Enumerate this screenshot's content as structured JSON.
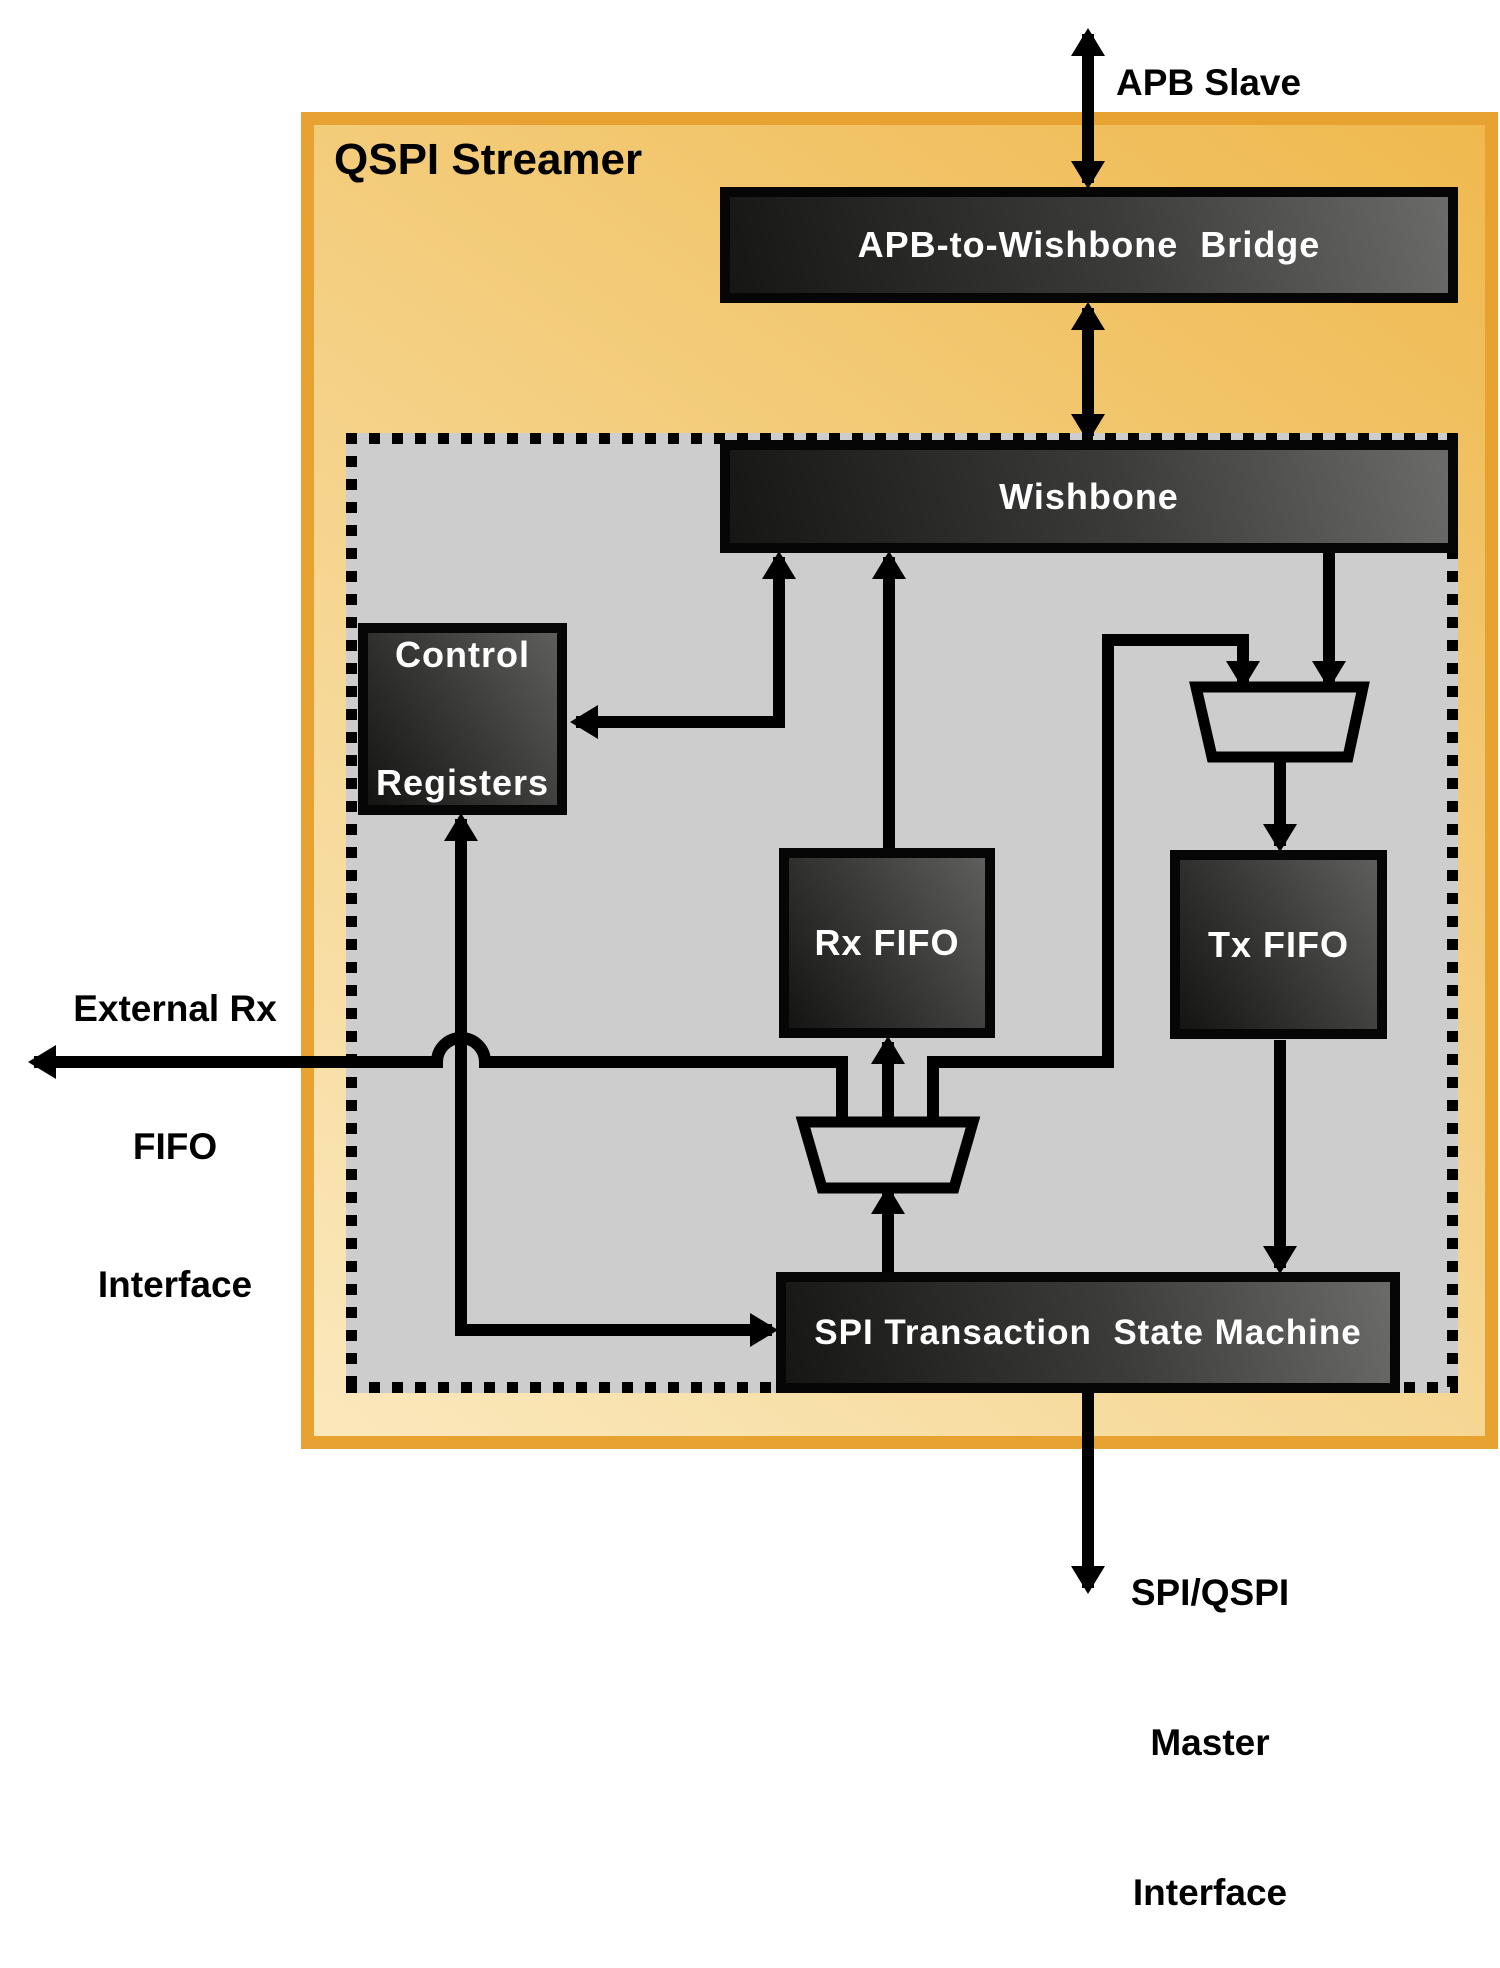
{
  "diagram": {
    "title": "QSPI Streamer",
    "labels": {
      "apb_slave": "APB Slave",
      "external_rx_fifo": [
        "External Rx",
        "FIFO",
        "Interface"
      ],
      "spi_master": [
        "SPI/QSPI",
        "Master",
        "Interface"
      ]
    },
    "blocks": {
      "bridge": "APB-to-Wishbone  Bridge",
      "wishbone": "Wishbone",
      "control_registers": [
        "Control",
        "Registers"
      ],
      "rx_fifo": "Rx FIFO",
      "tx_fifo": "Tx FIFO",
      "spi_tsm": "SPI Transaction  State Machine"
    },
    "colors": {
      "frame_border": "#E7A231",
      "frame_fill_dark": "#EFB94E",
      "frame_fill_light": "#FAE8BC",
      "panel_gray": "#CDCDCD",
      "block_dark": "#161614",
      "block_light": "#6B6B69",
      "wire_black": "#000000",
      "block_text_white": "#FFFFFF"
    }
  }
}
